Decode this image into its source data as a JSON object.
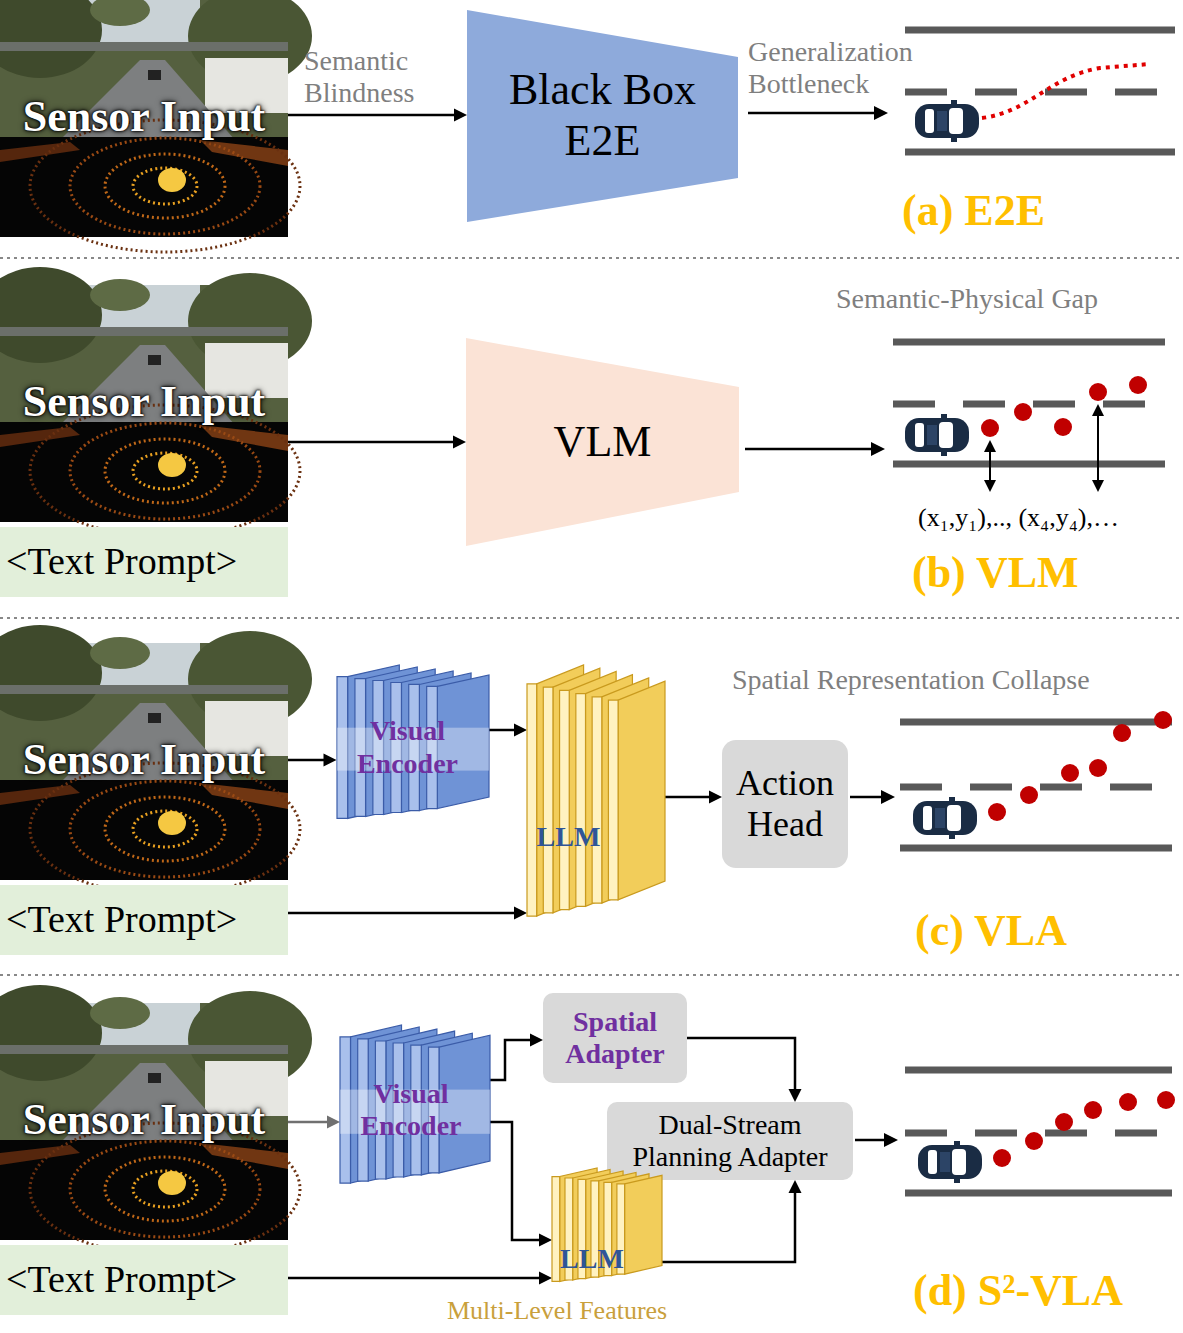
{
  "diagram": {
    "nodes": [
      {
        "text": [
          "Sensor Input"
        ]
      },
      {
        "text": [
          "Black Box E2E"
        ]
      },
      {
        "text": [
          "Sensor Input"
        ]
      },
      {
        "text": [
          "<Text Prompt>"
        ]
      },
      {
        "text": [
          "VLM"
        ]
      },
      {
        "text": [
          "Sensor Input"
        ]
      },
      {
        "text": [
          "Visual Encoder"
        ]
      },
      {
        "text": [
          "LLM"
        ]
      },
      {
        "text": [
          "Action Head"
        ]
      },
      {
        "text": [
          "<Text Prompt>"
        ]
      },
      {
        "text": [
          "Sensor Input"
        ]
      },
      {
        "text": [
          "Visual Encoder"
        ]
      },
      {
        "text": [
          "Spatial Adapter"
        ]
      },
      {
        "text": [
          "Dual-Stream Planning Adapter"
        ]
      },
      {
        "text": [
          "LLM"
        ]
      },
      {
        "text": [
          "<Text Prompt>"
        ]
      }
    ],
    "edges": [
      {
        "from": 0,
        "to": 1,
        "label": "Semantic Blindness",
        "arrow": "to"
      },
      {
        "from": 2,
        "to": 4,
        "arrow": "to"
      },
      {
        "from": 5,
        "to": 6,
        "arrow": "to"
      },
      {
        "from": 6,
        "to": 7,
        "arrow": "to"
      },
      {
        "from": 9,
        "to": 7,
        "arrow": "to"
      },
      {
        "from": 7,
        "to": 8,
        "arrow": "to"
      },
      {
        "from": 10,
        "to": 11,
        "arrow": "to"
      },
      {
        "from": 11,
        "to": 12,
        "arrow": "to"
      },
      {
        "from": 11,
        "to": 14,
        "arrow": "to"
      },
      {
        "from": 15,
        "to": 14,
        "arrow": "to"
      },
      {
        "from": 12,
        "to": 13,
        "arrow": "to"
      },
      {
        "from": 14,
        "to": 13,
        "arrow": "to"
      }
    ],
    "labels": [
      "Generalization Bottleneck",
      "(a) E2E",
      "Semantic-Physical Gap",
      "(x₁,y₁),.., (x₄,y₄),…",
      "(b) VLM",
      "Spatial Representation Collapse",
      "(c) VLA",
      "(d) S²-VLA",
      "Multi-Level Features"
    ]
  }
}
